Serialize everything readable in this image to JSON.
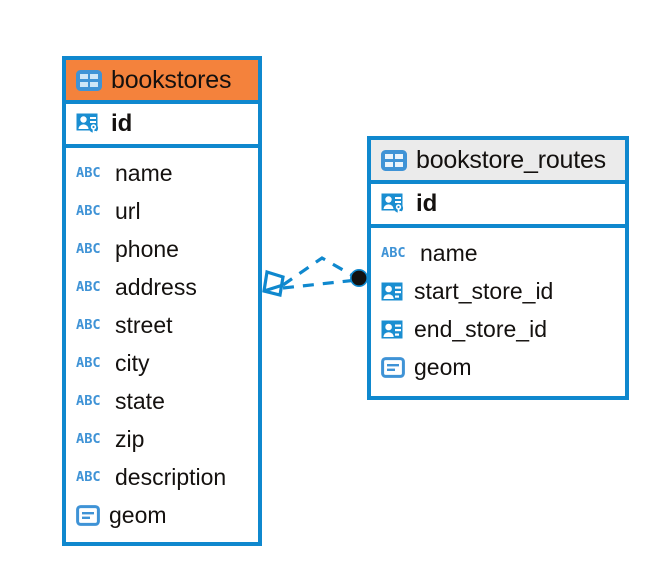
{
  "diagram": {
    "type": "entity-relationship-diagram",
    "background": "#ffffff",
    "accent_blue": "#0f88ce",
    "accent_orange": "#f4823c",
    "header_grey": "#ebebeb",
    "icon_blue": "#3f93d6",
    "text_color": "#14110f"
  },
  "entities": [
    {
      "name": "bookstores",
      "header_style": "accent-orange",
      "table_icon": "table-icon",
      "primary_key": {
        "label": "id",
        "icon": "primary-key-icon"
      },
      "fields": [
        {
          "label": "name",
          "icon": "abc-text-icon",
          "type": "text"
        },
        {
          "label": "url",
          "icon": "abc-text-icon",
          "type": "text"
        },
        {
          "label": "phone",
          "icon": "abc-text-icon",
          "type": "text"
        },
        {
          "label": "address",
          "icon": "abc-text-icon",
          "type": "text"
        },
        {
          "label": "street",
          "icon": "abc-text-icon",
          "type": "text"
        },
        {
          "label": "city",
          "icon": "abc-text-icon",
          "type": "text"
        },
        {
          "label": "state",
          "icon": "abc-text-icon",
          "type": "text"
        },
        {
          "label": "zip",
          "icon": "abc-text-icon",
          "type": "text"
        },
        {
          "label": "description",
          "icon": "abc-text-icon",
          "type": "text"
        },
        {
          "label": "geom",
          "icon": "geometry-icon",
          "type": "geometry"
        }
      ]
    },
    {
      "name": "bookstore_routes",
      "header_style": "accent-grey",
      "table_icon": "table-icon",
      "primary_key": {
        "label": "id",
        "icon": "primary-key-icon"
      },
      "fields": [
        {
          "label": "name",
          "icon": "abc-text-icon",
          "type": "text"
        },
        {
          "label": "start_store_id",
          "icon": "foreign-key-icon",
          "type": "foreign-key"
        },
        {
          "label": "end_store_id",
          "icon": "foreign-key-icon",
          "type": "foreign-key"
        },
        {
          "label": "geom",
          "icon": "geometry-icon",
          "type": "geometry"
        }
      ]
    }
  ],
  "relationship": {
    "from_entity": "bookstores",
    "to_entity": "bookstore_routes",
    "line_style": "dashed",
    "line_color": "#0f88ce",
    "source_marker": "diamond-arrow-marker",
    "target_marker": "filled-circle-marker",
    "target_marker_color": "#111111"
  },
  "icon_glyphs": {
    "abc-text-icon": "ABC",
    "table-icon": "grid-table",
    "primary-key-icon": "contact-card-with-key",
    "foreign-key-icon": "contact-card",
    "geometry-icon": "rounded-rect-lines"
  }
}
